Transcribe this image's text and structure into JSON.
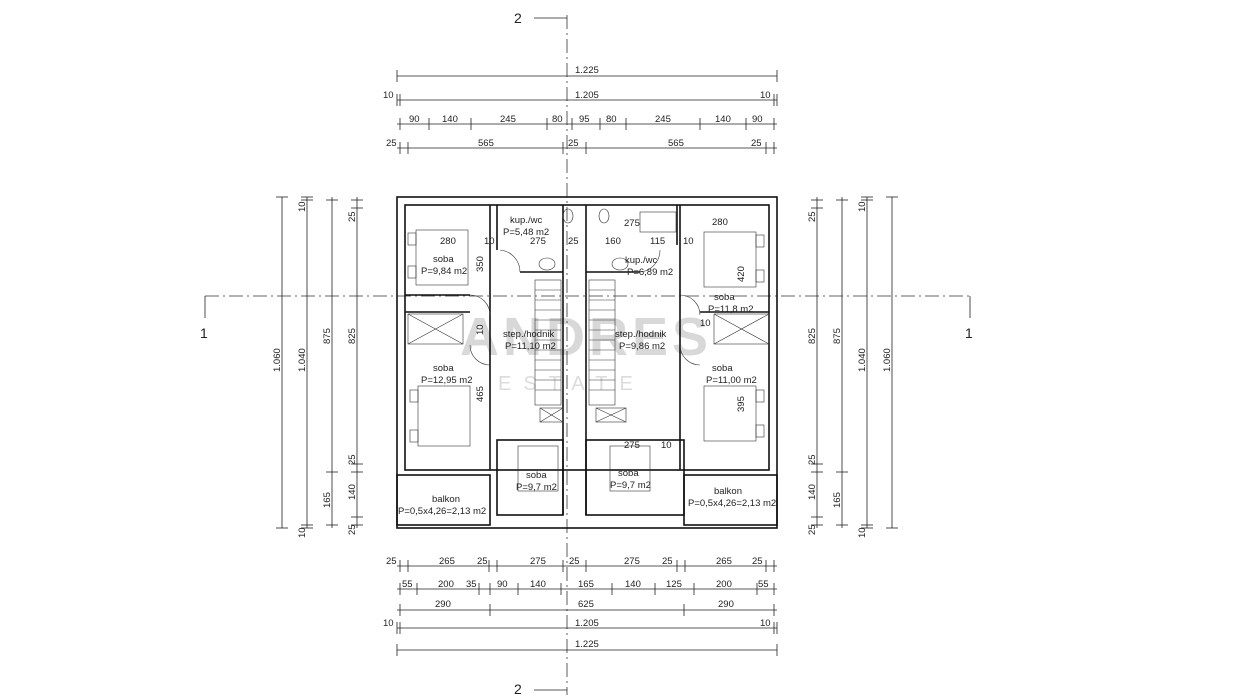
{
  "section_marks": {
    "top": "2",
    "bottom": "2",
    "left": "1",
    "right": "1"
  },
  "dims_top": {
    "row1": [
      "1.225"
    ],
    "row2": [
      "10",
      "1.205",
      "10"
    ],
    "row3": [
      "90",
      "140",
      "245",
      "80",
      "95",
      "80",
      "245",
      "140",
      "90"
    ],
    "row4": [
      "25",
      "565",
      "25",
      "565",
      "25"
    ]
  },
  "dims_bottom": {
    "row1": [
      "25",
      "265",
      "25",
      "275",
      "25",
      "275",
      "25",
      "265",
      "25"
    ],
    "row2": [
      "55",
      "200",
      "35",
      "90",
      "140",
      "165",
      "140",
      "125",
      "200",
      "55"
    ],
    "row3": [
      "290",
      "625",
      "290"
    ],
    "row4": [
      "10",
      "1.205",
      "10"
    ],
    "row5": [
      "1.225"
    ]
  },
  "dims_left": {
    "outer": "1.060",
    "mid": "1.040",
    "mid_tick_top": "10",
    "mid_tick_bottom": "10",
    "inner_big": "875",
    "inner_small": "165",
    "row3": [
      "25",
      "825",
      "25",
      "140",
      "25"
    ]
  },
  "dims_right": {
    "outer": "1.060",
    "mid": "1.040",
    "mid_tick_top": "10",
    "mid_tick_bottom": "10",
    "inner_big": "875",
    "inner_small": "165",
    "row3": [
      "25",
      "825",
      "25",
      "140",
      "25"
    ]
  },
  "inner_dims": {
    "d280a": "280",
    "d10a": "10",
    "d275a": "275",
    "d25a": "25",
    "d160": "160",
    "d115": "115",
    "d10b": "10",
    "d280b": "280",
    "d275b": "275",
    "d350": "350",
    "d420": "420",
    "d10c": "10",
    "d10d": "10",
    "d465": "465",
    "d395": "395",
    "d275c": "275",
    "d10e": "10"
  },
  "rooms": {
    "kup_wc_left": {
      "name": "kup./wc",
      "area": "P=5,48 m2"
    },
    "kup_wc_right": {
      "name": "kup./wc",
      "area": "P=6,89 m2"
    },
    "soba_tl": {
      "name": "soba",
      "area": "P=9,84 m2"
    },
    "soba_tr": {
      "name": "soba",
      "area": "P=11,8 m2"
    },
    "hall_left": {
      "name": "step./hodnik",
      "area": "P=11,10 m2"
    },
    "hall_right": {
      "name": "step./hodnik",
      "area": "P=9,86 m2"
    },
    "soba_ml": {
      "name": "soba",
      "area": "P=12,95 m2"
    },
    "soba_mr": {
      "name": "soba",
      "area": "P=11,00 m2"
    },
    "soba_bl": {
      "name": "soba",
      "area": "P=9,7 m2"
    },
    "soba_br": {
      "name": "soba",
      "area": "P=9,7 m2"
    },
    "balkon_l": {
      "name": "balkon",
      "area": "P=0,5x4,26=2,13 m2"
    },
    "balkon_r": {
      "name": "balkon",
      "area": "P=0,5x4,26=2,13 m2"
    }
  },
  "watermark": {
    "main": "ANDRES",
    "sub": "ESTATE"
  }
}
